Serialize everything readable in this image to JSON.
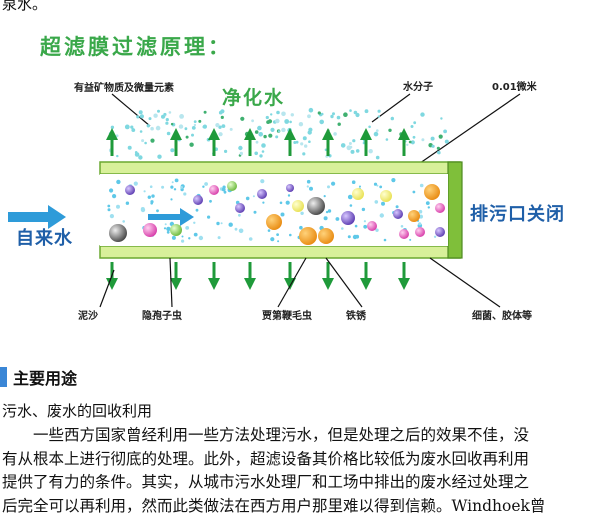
{
  "top_text": "泉水。",
  "diagram": {
    "title": "超滤膜过滤原理：",
    "purified_water": "净化水",
    "mineral_label": "有益矿物质及微量元素",
    "water_molecule": "水分子",
    "pore_size": "0.01微米",
    "tap_water": "自来水",
    "drain_closed": "排污口关闭",
    "bottom_labels": [
      "泥沙",
      "隐孢子虫",
      "贾第鞭毛虫",
      "铁锈",
      "细菌、胶体等"
    ],
    "colors": {
      "title_green": "#3aa84a",
      "membrane_green": "#7fbf3a",
      "membrane_light": "#d8f09a",
      "arrow_green": "#1f9a3a",
      "blue_arrow": "#2e9bd9",
      "text_blue": "#1f5fa8"
    }
  },
  "section": {
    "title": "主要用途"
  },
  "subheading": "污水、废水的回收利用",
  "body_lines": [
    "一些西方国家曾经利用一些方法处理污水，但是处理之后的效果不佳，没",
    "有从根本上进行彻底的处理。此外，超滤设备其价格比较低为废水回收再利用",
    "提供了有力的条件。其实，从城市污水处理厂和工场中排出的废水经过处理之",
    "后完全可以再利用，然而此类做法在西方用户那里难以得到信赖。Windhoek曾"
  ]
}
